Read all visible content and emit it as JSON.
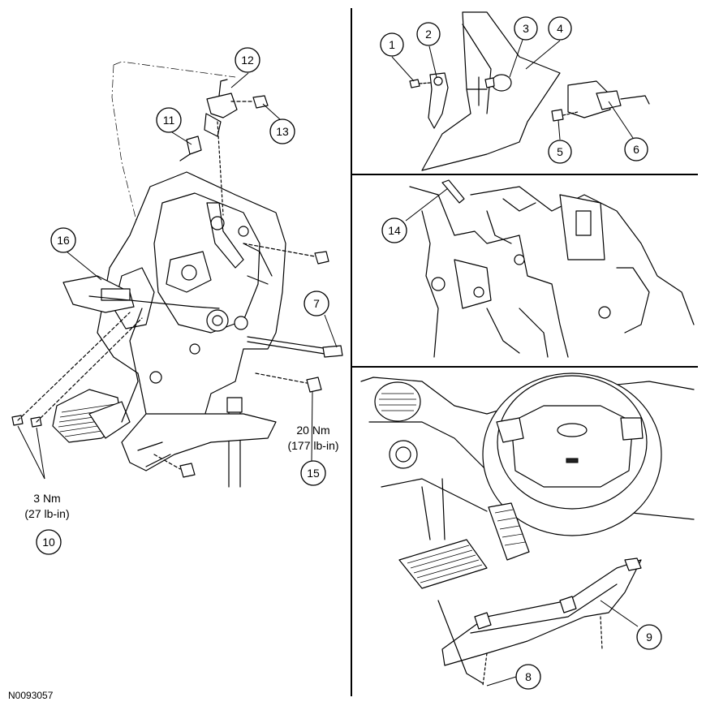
{
  "reference_code": "N0093057",
  "callouts": [
    {
      "id": "1",
      "label": "1"
    },
    {
      "id": "2",
      "label": "2"
    },
    {
      "id": "3",
      "label": "3"
    },
    {
      "id": "4",
      "label": "4"
    },
    {
      "id": "5",
      "label": "5"
    },
    {
      "id": "6",
      "label": "6"
    },
    {
      "id": "7",
      "label": "7"
    },
    {
      "id": "8",
      "label": "8"
    },
    {
      "id": "9",
      "label": "9"
    },
    {
      "id": "10",
      "label": "10"
    },
    {
      "id": "11",
      "label": "11"
    },
    {
      "id": "12",
      "label": "12"
    },
    {
      "id": "13",
      "label": "13"
    },
    {
      "id": "14",
      "label": "14"
    },
    {
      "id": "15",
      "label": "15"
    },
    {
      "id": "16",
      "label": "16"
    }
  ],
  "torque_specs": {
    "item_10": {
      "metric": "3 Nm",
      "imperial": "(27 lb-in)"
    },
    "item_15": {
      "metric": "20 Nm",
      "imperial": "(177 lb-in)"
    }
  }
}
